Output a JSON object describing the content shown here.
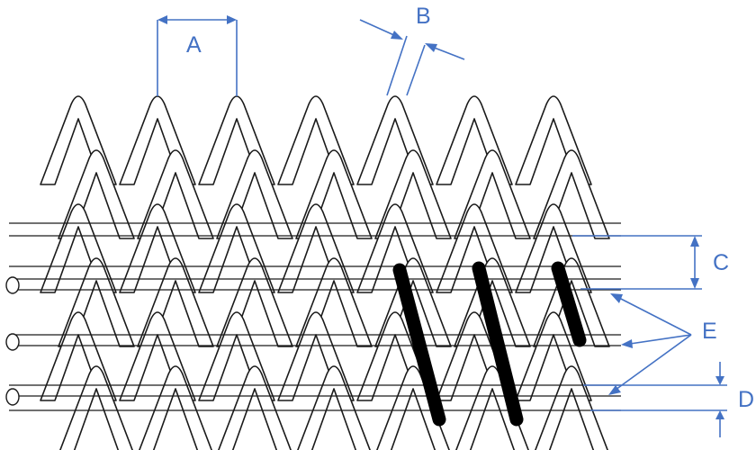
{
  "colors": {
    "annotation": "#4472c4",
    "wire_outline": "#1a1a1a",
    "highlight_wire": "#000000",
    "background": "#ffffff"
  },
  "labels": {
    "a": "A",
    "b": "B",
    "c": "C",
    "d": "D",
    "e": "E"
  }
}
